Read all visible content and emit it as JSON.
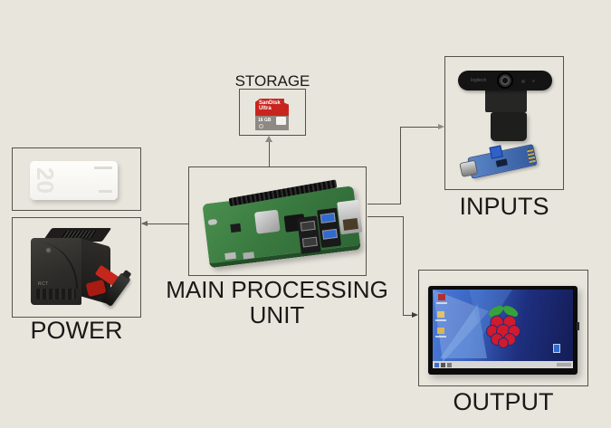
{
  "colors": {
    "background": "#e8e5dd",
    "line": "#55524b",
    "label_text": "#1a1916",
    "pcb_green": "#3a7a40",
    "screen_blue": "#2c4aa0",
    "sd_red": "#c8251e",
    "plug_red": "#c6271d"
  },
  "nodes": {
    "storage": {
      "label": "STORAGE"
    },
    "mpu": {
      "label_line1": "MAIN PROCESSING",
      "label_line2": "UNIT"
    },
    "power": {
      "label": "POWER"
    },
    "inputs": {
      "label": "INPUTS"
    },
    "output": {
      "label": "OUTPUT"
    }
  },
  "devices": {
    "power_bank": {
      "watermark": "20"
    },
    "ups": {
      "brand": "RCT"
    },
    "sd_card": {
      "brand": "SanDisk",
      "series": "Ultra",
      "capacity": "16 GB"
    },
    "webcam": {
      "brand": "logitech"
    }
  }
}
